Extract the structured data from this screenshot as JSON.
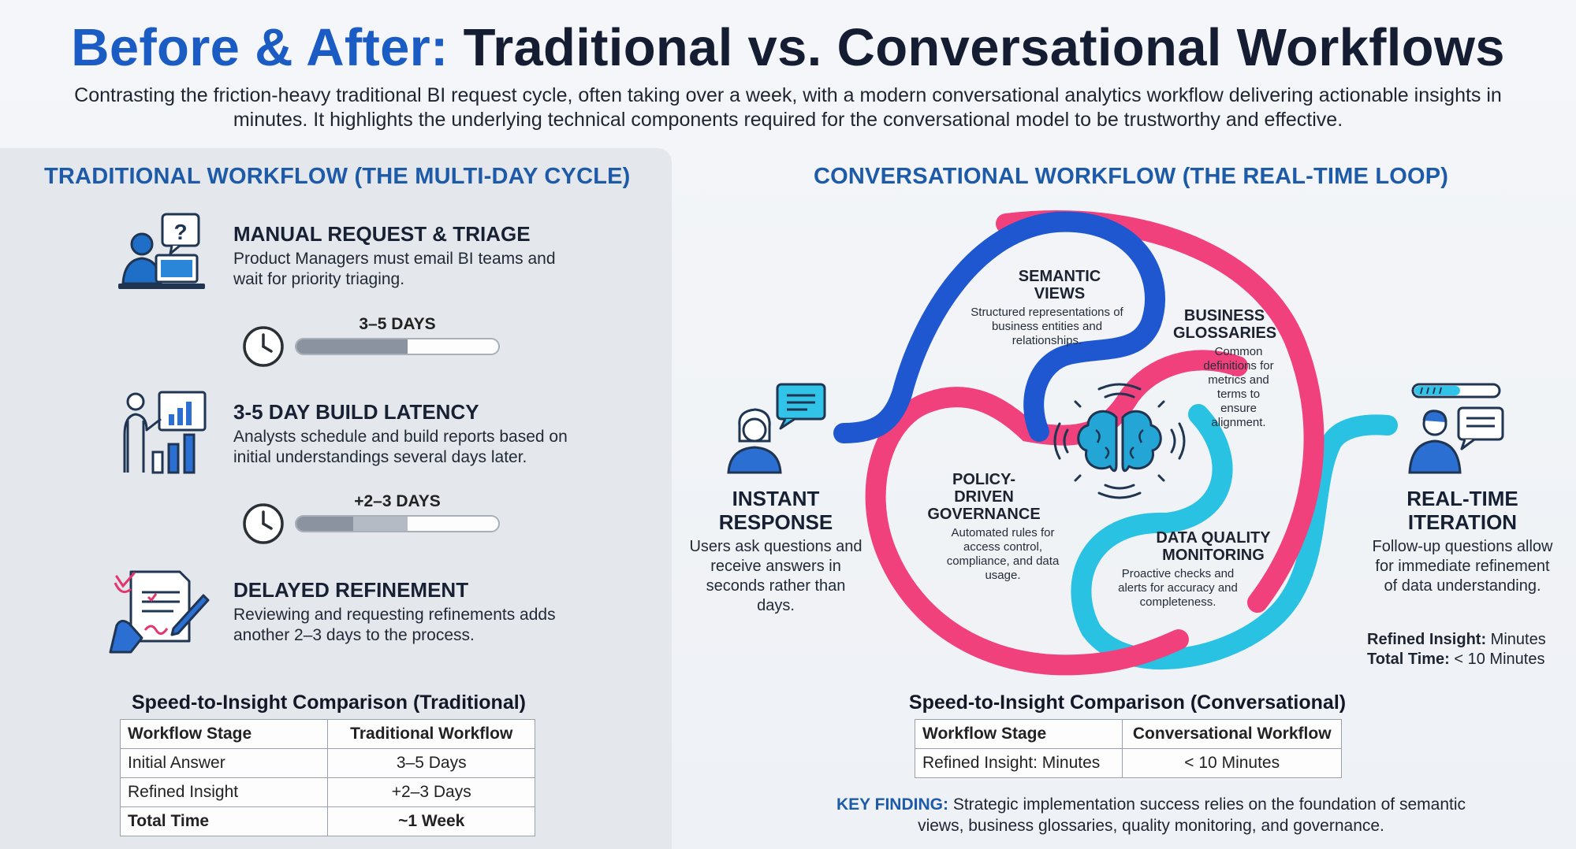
{
  "header": {
    "title_accent": "Before & After:",
    "title_rest": "Traditional vs. Conversational Workflows",
    "subtitle": "Contrasting the friction-heavy traditional BI request cycle, often taking over a week, with a modern conversational analytics workflow delivering actionable insights in minutes. It highlights the underlying technical components required for the conversational model to be trustworthy and effective."
  },
  "traditional": {
    "section_title": "TRADITIONAL WORKFLOW (THE MULTI-DAY CYCLE)",
    "steps": [
      {
        "title": "MANUAL REQUEST & TRIAGE",
        "description": "Product Managers must email BI teams and wait for priority triaging.",
        "icon": "person-at-computer-question-icon"
      },
      {
        "title": "3-5 DAY BUILD LATENCY",
        "description": "Analysts schedule and build reports based on initial understandings several days later.",
        "icon": "analyst-presenting-chart-icon"
      },
      {
        "title": "DELAYED REFINEMENT",
        "description": "Reviewing and requesting refinements adds another 2–3 days to the process.",
        "icon": "hand-signing-document-icon"
      }
    ],
    "durations": [
      {
        "label": "3–5 DAYS",
        "fill": 0.55,
        "icon": "clock-icon"
      },
      {
        "label": "+2–3 DAYS",
        "fill_dark": 0.28,
        "fill_light": 0.55,
        "icon": "clock-icon"
      }
    ],
    "table": {
      "title": "Speed-to-Insight Comparison (Traditional)",
      "headers": [
        "Workflow Stage",
        "Traditional Workflow"
      ],
      "rows": [
        [
          "Initial Answer",
          "3–5 Days"
        ],
        [
          "Refined Insight",
          "+2–3 Days"
        ],
        [
          "Total Time",
          "~1 Week"
        ]
      ]
    }
  },
  "conversational": {
    "section_title": "CONVERSATIONAL WORKFLOW (THE REAL-TIME LOOP)",
    "cycle": {
      "center_icon": "brain-icon",
      "colors": {
        "blue": "#1f57d1",
        "pink": "#f1417d",
        "cyan": "#29c2e3"
      },
      "components": [
        {
          "title": "SEMANTIC VIEWS",
          "description": "Structured representations of business entities and relationships."
        },
        {
          "title": "BUSINESS GLOSSARIES",
          "description": "Common definitions for metrics and terms to ensure alignment."
        },
        {
          "title": "POLICY-DRIVEN GOVERNANCE",
          "description": "Automated rules for access control, compliance, and data usage."
        },
        {
          "title": "DATA QUALITY MONITORING",
          "description": "Proactive checks and alerts for accuracy and completeness."
        }
      ]
    },
    "instant": {
      "title": "INSTANT RESPONSE",
      "description": "Users ask questions and receive answers in seconds rather than days.",
      "icon": "user-chat-bubble-icon"
    },
    "iteration": {
      "title": "REAL-TIME ITERATION",
      "description": "Follow-up questions allow for immediate refinement of data understanding.",
      "icon": "user-chat-progress-icon",
      "metrics": [
        {
          "label": "Refined Insight:",
          "value": "Minutes"
        },
        {
          "label": "Total Time:",
          "value": "< 10 Minutes"
        }
      ]
    },
    "table": {
      "title": "Speed-to-Insight Comparison (Conversational)",
      "headers": [
        "Workflow Stage",
        "Conversational Workflow"
      ],
      "rows": [
        [
          "Refined Insight: Minutes",
          "< 10 Minutes"
        ]
      ]
    },
    "key_finding": {
      "label": "KEY FINDING:",
      "text": "Strategic implementation success relies on the foundation of semantic views, business glossaries, quality monitoring, and governance."
    }
  }
}
